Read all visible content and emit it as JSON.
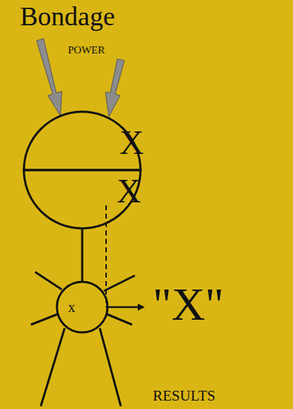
{
  "diagram": {
    "nodes": [
      {
        "text": [
          "X"
        ]
      },
      {
        "text": [
          "X"
        ]
      },
      {
        "text": [
          "x"
        ]
      }
    ],
    "edges": [
      {
        "from": 1,
        "to": 2,
        "arrow": "none"
      }
    ],
    "labels": [
      "Bondage",
      "POWER",
      "\"X\"",
      "RESULTS"
    ]
  }
}
